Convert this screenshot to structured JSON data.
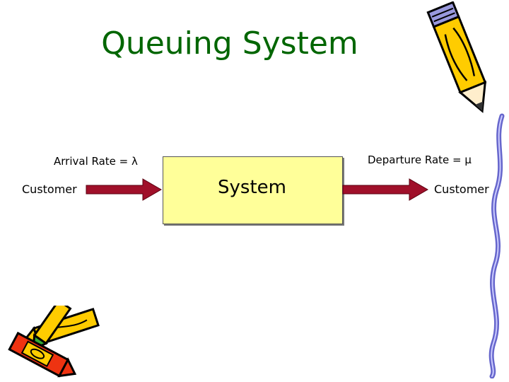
{
  "title": "Queuing System",
  "diagram": {
    "arrival_label": "Arrival Rate = λ",
    "departure_label": "Departure Rate = μ",
    "input_label": "Customer",
    "output_label": "Customer",
    "box_label": "System"
  },
  "colors": {
    "title": "#006600",
    "box_fill": "#ffff99",
    "arrow": "#a0102a",
    "pencil_body": "#ffcc00",
    "pencil_outline": "#000000",
    "border_squiggle": "#6666cc"
  },
  "icons": [
    "pencil-icon",
    "crayons-icon"
  ]
}
